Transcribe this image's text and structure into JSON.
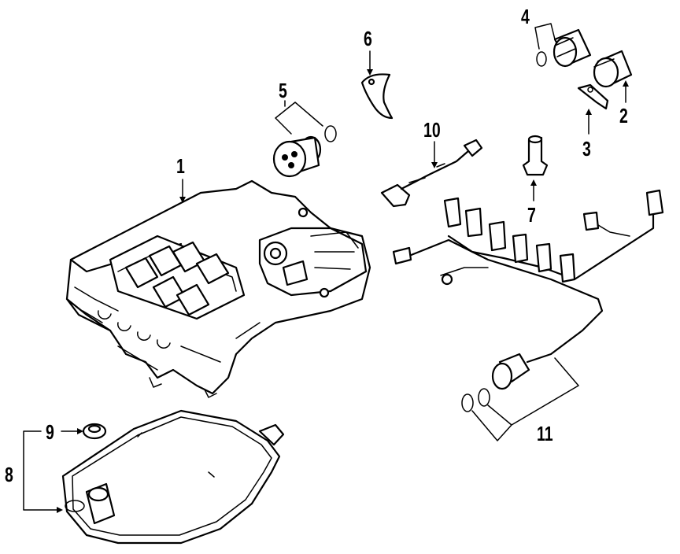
{
  "callouts": {
    "c1": "1",
    "c2": "2",
    "c3": "3",
    "c4": "4",
    "c5": "5",
    "c6": "6",
    "c7": "7",
    "c8": "8",
    "c9": "9",
    "c10": "10",
    "c11": "11"
  },
  "parts": [
    "valve-body",
    "solenoid",
    "retainer-clip",
    "solenoid-with-o-ring",
    "solenoid-with-o-ring",
    "retainer",
    "sensor",
    "filter-kit",
    "seal",
    "harness-sensor",
    "wiring-harness"
  ]
}
